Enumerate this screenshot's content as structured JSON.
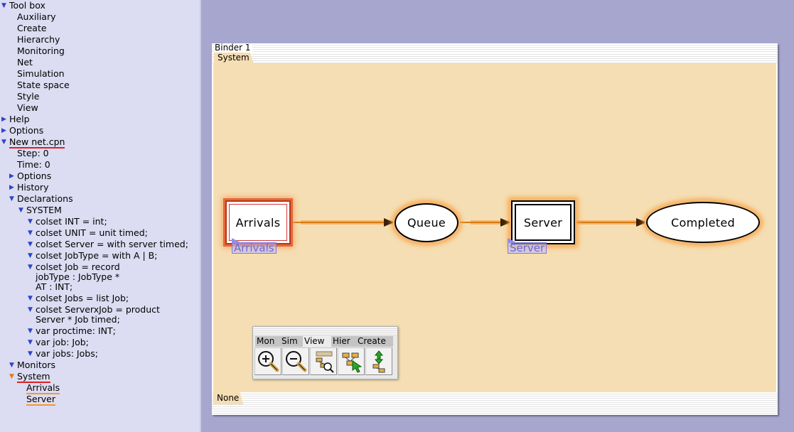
{
  "sidebar": {
    "toolbox": {
      "label": "Tool box",
      "items": [
        "Auxiliary",
        "Create",
        "Hierarchy",
        "Monitoring",
        "Net",
        "Simulation",
        "State space",
        "Style",
        "View"
      ]
    },
    "help": "Help",
    "options": "Options",
    "net": {
      "label": "New net.cpn",
      "step": "Step: 0",
      "time": "Time: 0",
      "options": "Options",
      "history": "History",
      "declarations": {
        "label": "Declarations",
        "system": "SYSTEM",
        "lines": [
          "colset INT = int;",
          "colset UNIT = unit timed;",
          "colset Server = with server timed;",
          "colset JobType = with A | B;",
          "colset Job = record",
          "jobType : JobType *",
          "AT : INT;",
          "colset Jobs = list Job;",
          "colset ServerxJob = product",
          "Server * Job timed;",
          "var proctime: INT;",
          "var job: Job;",
          "var jobs: Jobs;"
        ]
      },
      "monitors": "Monitors",
      "system_page": {
        "label": "System",
        "subpages": [
          "Arrivals",
          "Server"
        ]
      }
    }
  },
  "binder": {
    "title": "Binder 1",
    "tab": "System",
    "bottom_tab": "None",
    "net": {
      "arrivals": {
        "label": "Arrivals",
        "subpage_tag": "Arrivals"
      },
      "queue": {
        "label": "Queue"
      },
      "server": {
        "label": "Server",
        "subpage_tag": "Server"
      },
      "completed": {
        "label": "Completed"
      }
    }
  },
  "palette": {
    "tabs": [
      "Mon",
      "Sim",
      "View",
      "Hier",
      "Create"
    ],
    "active_tab": "View",
    "tools": [
      "zoom-in-icon",
      "zoom-out-icon",
      "hierarchy-zoom-icon",
      "hierarchy-select-icon",
      "hierarchy-move-icon"
    ]
  },
  "colors": {
    "canvas": "#f5deb3",
    "desktop": "#a6a6ce",
    "sidebar": "#dcdcf2",
    "arc": "#d97b14",
    "glow": "#f6a448",
    "substitution_tag": "#8f8fe8",
    "underline_red": "#e02020",
    "underline_orange": "#f39a2d"
  }
}
